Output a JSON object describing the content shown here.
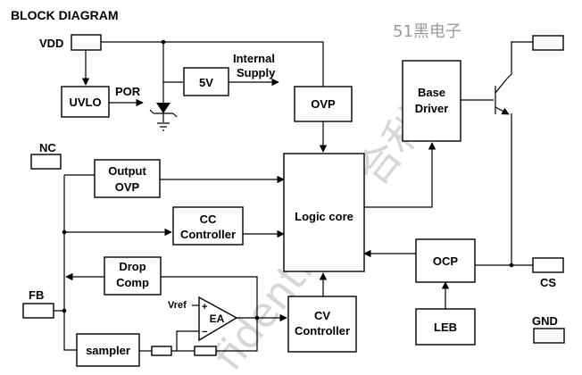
{
  "title": "BLOCK DIAGRAM",
  "brand": "51黑电子",
  "watermark": "fidential to 合利",
  "blocks": {
    "uvlo": "UVLO",
    "reg5v": "5V",
    "ovp": "OVP",
    "base_driver": [
      "Base",
      "Driver"
    ],
    "output_ovp": [
      "Output",
      "OVP"
    ],
    "logic_core": "Logic core",
    "cc_controller": [
      "CC",
      "Controller"
    ],
    "drop_comp": [
      "Drop",
      "Comp"
    ],
    "cv_controller": [
      "CV",
      "Controller"
    ],
    "ocp": "OCP",
    "leb": "LEB",
    "sampler": "sampler",
    "ea": "EA"
  },
  "labels": {
    "por": "POR",
    "internal_supply": [
      "Internal",
      "Supply"
    ],
    "vref": "Vref",
    "plus": "+",
    "minus": "−"
  },
  "pins": {
    "vdd": "VDD",
    "nc": "NC",
    "fb": "FB",
    "cs": "CS",
    "gnd": "GND"
  }
}
